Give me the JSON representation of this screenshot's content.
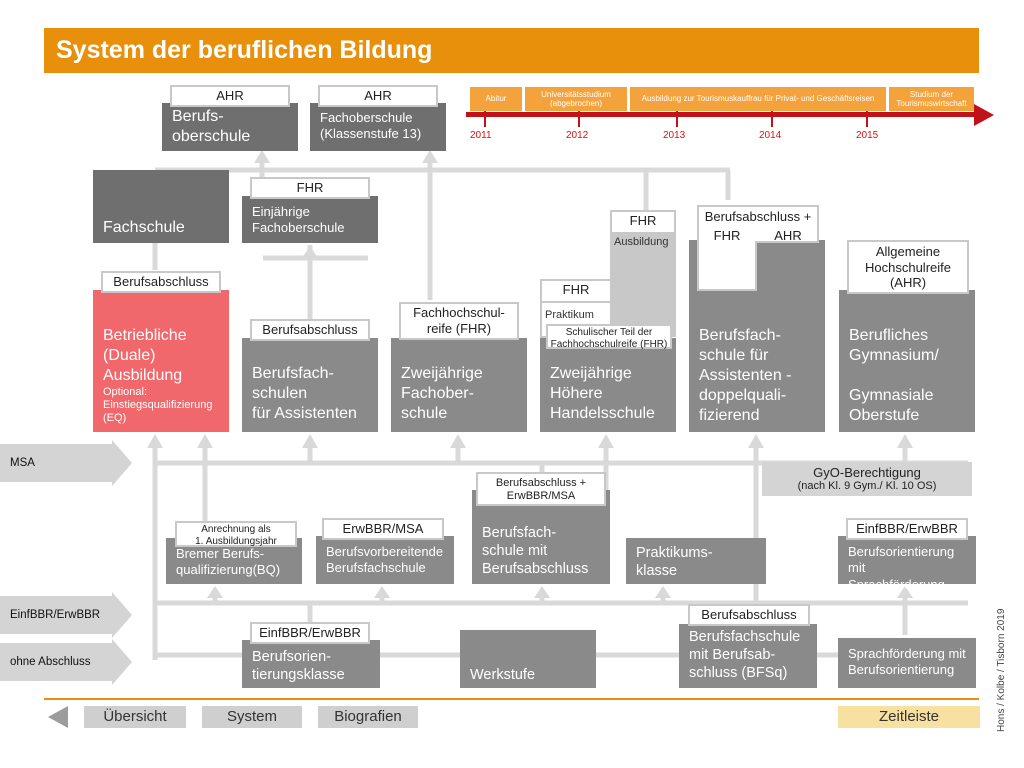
{
  "header": {
    "title": "System der beruflichen Bildung"
  },
  "timeline": {
    "steps": [
      "Abitur",
      "Universitätsstudium (abgebrochen)",
      "Ausbildung zur Tourismuskauffrau für Privat- und Geschäftsreisen",
      "Studium der Tourismuswirtschaft"
    ],
    "years": [
      "2011",
      "2012",
      "2013",
      "2014",
      "2015"
    ]
  },
  "schools": {
    "berufsoberschule": {
      "label": "AHR",
      "title": "Berufs-\noberschule"
    },
    "fachoberschule13": {
      "label": "AHR",
      "title": "Fachoberschule\n(Klassenstufe 13)"
    },
    "fachschule": {
      "title": "Fachschule"
    },
    "einjaehrige_fos": {
      "label": "FHR",
      "title": "Einjährige\nFachoberschule"
    },
    "duale_ausbildung": {
      "label": "Berufsabschluss",
      "title": "Betriebliche\n(Duale)\nAusbildung",
      "note": "Optional:\nEinstiegsqualifizierung\n(EQ)"
    },
    "bfs_assistenten": {
      "label": "Berufsabschluss",
      "title": "Berufsfach-\nschulen\nfür Assistenten"
    },
    "zweij_fos": {
      "label": "Fachhochschul-\nreife (FHR)",
      "title": "Zweijährige\nFachober-\nschule"
    },
    "hoehere_handelsschule": {
      "label_fhr": "FHR",
      "praktikum": "Praktikum",
      "label_fhr2": "FHR",
      "ausbildung": "Ausbildung",
      "schulischer_teil": "Schulischer Teil der\nFachhochschulreife (FHR)",
      "title": "Zweijährige\nHöhere\nHandelsschule"
    },
    "bfs_doppelquali": {
      "label_top": "Berufsabschluss +",
      "label_fhr": "FHR",
      "label_ahr": "AHR",
      "title": "Berufsfach-\nschule für\nAssistenten -\ndoppelquali-\nfizierend"
    },
    "gymnasium": {
      "label": "Allgemeine\nHochschulreife\n(AHR)",
      "title": "Berufliches\nGymnasium/\n\nGymnasiale\nOberstufe"
    }
  },
  "bands": {
    "msa": "MSA",
    "einf": "EinfBBR/ErwBBR",
    "ohne": "ohne Abschluss"
  },
  "gyo": {
    "title": "GyO-Berechtigung",
    "sub": "(nach Kl. 9 Gym./  Kl. 10 OS)"
  },
  "lower": {
    "bremer": {
      "label": "Anrechnung als\n1. Ausbildungsjahr",
      "title": "Bremer Berufs-\nqualifizierung(BQ)"
    },
    "berufsvorbereitend": {
      "label": "ErwBBR/MSA",
      "title": "Berufsvorbereitende\nBerufsfachschule"
    },
    "bfs_abschluss": {
      "label": "Berufsabschluss +\nErwBBR/MSA",
      "title": "Berufsfach-\nschule mit\nBerufsabschluss"
    },
    "praktikumsklasse": {
      "title": "Praktikums-\nklasse"
    },
    "orientierung_sprach": {
      "label": "EinfBBR/ErwBBR",
      "title": "Berufsorientierung mit\nSprachförderung"
    },
    "orientierungsklasse": {
      "label": "EinfBBR/ErwBBR",
      "title": "Berufsorien-\ntierungsklasse"
    },
    "werkstufe": {
      "title": "Werkstufe"
    },
    "bfsq": {
      "label": "Berufsabschluss",
      "title": "Berufsfachschule\nmit Berufsab-\nschluss (BFSq)"
    },
    "sprachfoerderung": {
      "title": "Sprachförderung mit\nBerufsorientierung"
    }
  },
  "nav": {
    "uebersicht": "Übersicht",
    "system": "System",
    "biografien": "Biografien",
    "zeitleiste": "Zeitleiste"
  },
  "credit": "Hons / Kolbe / Tisborn 2019",
  "colors": {
    "accent": "#e8900c",
    "timeline_red": "#c0121b",
    "duale_red": "#f0686b"
  }
}
